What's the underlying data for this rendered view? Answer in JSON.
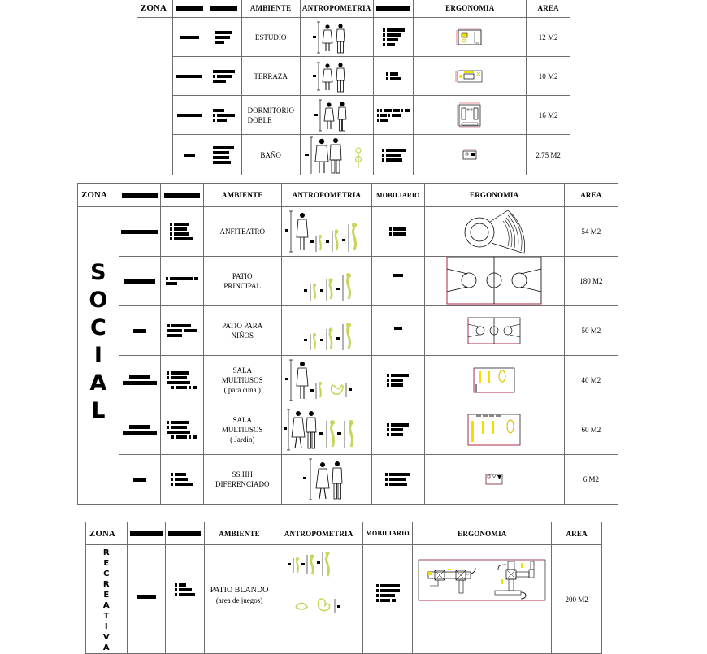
{
  "colors": {
    "grid_line": "#6e6e6e",
    "redaction": "#000000",
    "figure_yellow": "#c8d45a",
    "plan_yellow": "#f0e000",
    "plan_red": "#d02040"
  },
  "table1": {
    "headers": {
      "zona": "ZONA",
      "ambiente": "AMBIENTE",
      "antropometria": "ANTROPOMETRIA",
      "ergonomia": "ERGONOMIA",
      "area": "AREA"
    },
    "zone_label": "",
    "rows": [
      {
        "ambiente": "ESTUDIO",
        "area": "12 M2"
      },
      {
        "ambiente": "TERRAZA",
        "area": "10 M2"
      },
      {
        "ambiente_line1": "DORMITORIO",
        "ambiente_line2": "DOBLE",
        "area": "16 M2"
      },
      {
        "ambiente": "BAÑO",
        "area": "2.75 M2"
      }
    ]
  },
  "table2": {
    "headers": {
      "zona": "ZONA",
      "ambiente": "AMBIENTE",
      "antropometria": "ANTROPOMETRIA",
      "mobiliario": "MOBILIARIO",
      "ergonomia": "ERGONOMIA",
      "area": "AREA"
    },
    "zone_letters": [
      "S",
      "O",
      "C",
      "I",
      "A",
      "L"
    ],
    "rows": [
      {
        "ambiente_line1": "ANFITEATRO",
        "ambiente_line2": "",
        "ambiente_line3": "",
        "area": "54 M2"
      },
      {
        "ambiente_line1": "PATIO",
        "ambiente_line2": "PRINCIPAL",
        "ambiente_line3": "",
        "area": "180 M2"
      },
      {
        "ambiente_line1": "PATIO PARA",
        "ambiente_line2": "NIÑOS",
        "ambiente_line3": "",
        "area": "50 M2"
      },
      {
        "ambiente_line1": "SALA",
        "ambiente_line2": "MULTIUSOS",
        "ambiente_line3": "( para cuna )",
        "area": "40 M2"
      },
      {
        "ambiente_line1": "SALA",
        "ambiente_line2": "MULTIUSOS",
        "ambiente_line3": "( Jardin)",
        "area": "60 M2"
      },
      {
        "ambiente_line1": "SS.HH",
        "ambiente_line2": "DIFERENCIADO",
        "ambiente_line3": "",
        "area": "6 M2"
      }
    ]
  },
  "table3": {
    "headers": {
      "zona": "ZONA",
      "ambiente": "AMBIENTE",
      "antropometria": "ANTROPOMETRIA",
      "mobiliario": "MOBILIARIO",
      "ergonomia": "ERGONOMIA",
      "area": "AREA"
    },
    "zone_letters": [
      "R",
      "E",
      "C",
      "R",
      "E",
      "A",
      "T",
      "I",
      "V",
      "A"
    ],
    "rows": [
      {
        "ambiente_line1": "PATIO BLANDO",
        "ambiente_line2": "(area de juegos)",
        "area": "200 M2"
      }
    ]
  }
}
